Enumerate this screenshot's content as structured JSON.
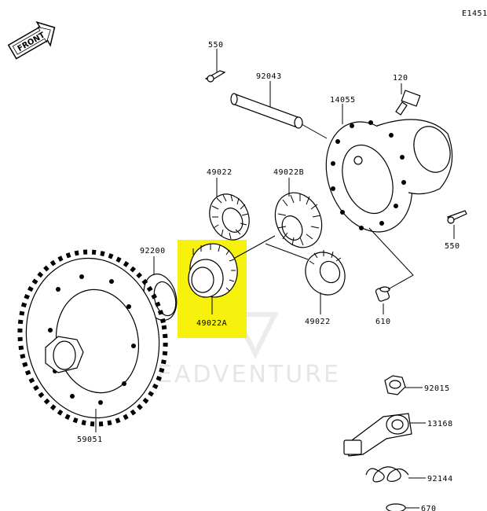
{
  "diagram_code": "E1451",
  "front_label": "FRONT",
  "watermark": "EADVENTURE",
  "highlight_color": "#f5f000",
  "parts": [
    {
      "id": "p550a",
      "number": "550"
    },
    {
      "id": "p92043",
      "number": "92043"
    },
    {
      "id": "p120",
      "number": "120"
    },
    {
      "id": "p14055",
      "number": "14055"
    },
    {
      "id": "p49022a",
      "number": "49022"
    },
    {
      "id": "p49022b",
      "number": "49022B"
    },
    {
      "id": "p92200",
      "number": "92200"
    },
    {
      "id": "p49022A",
      "number": "49022A"
    },
    {
      "id": "p49022c",
      "number": "49022"
    },
    {
      "id": "p550b",
      "number": "550"
    },
    {
      "id": "p610",
      "number": "610"
    },
    {
      "id": "p59051",
      "number": "59051"
    },
    {
      "id": "p92015",
      "number": "92015"
    },
    {
      "id": "p13168",
      "number": "13168"
    },
    {
      "id": "p92144",
      "number": "92144"
    },
    {
      "id": "p670",
      "number": "670"
    }
  ]
}
